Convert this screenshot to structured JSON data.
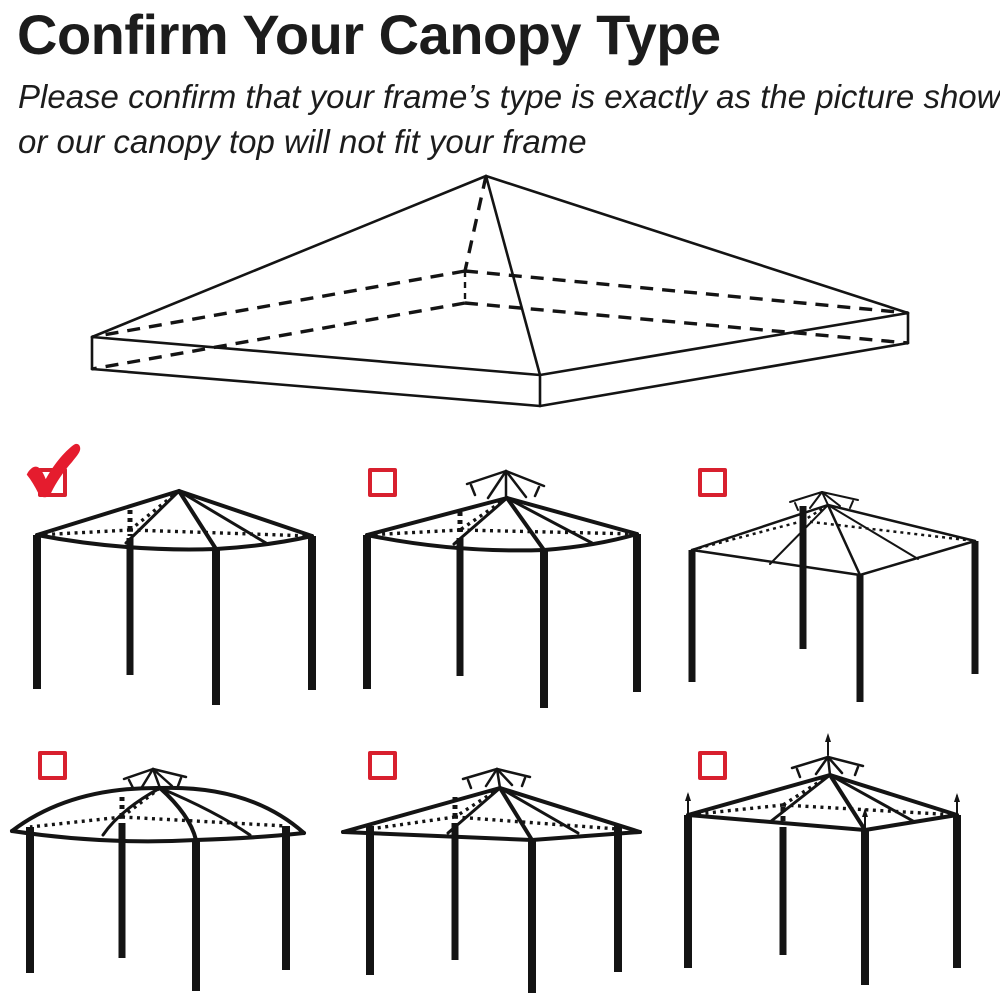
{
  "page": {
    "background_color": "#ffffff",
    "text_color": "#1c1c1c",
    "line_color": "#141414",
    "checkbox_red": "#d8202e",
    "checkmark_red": "#e51c2e"
  },
  "header": {
    "title": "Confirm Your Canopy Type",
    "subtitle_lines": [
      "Please confirm that your frame’s type is exactly as the picture shows,",
      "or our canopy top will not fit your frame"
    ]
  },
  "main_diagram": {
    "icon": "canopy-top-3d-outline-icon"
  },
  "options": [
    {
      "icon": "gazebo-plain-pyramid-frame-icon",
      "checked": true
    },
    {
      "icon": "gazebo-pyramid-with-vent-crown-icon",
      "checked": false
    },
    {
      "icon": "gazebo-low-pitch-two-tier-frame-icon",
      "checked": false
    },
    {
      "icon": "gazebo-curved-dome-roof-with-vent-icon",
      "checked": false
    },
    {
      "icon": "gazebo-overhang-eave-pyramid-with-vent-icon",
      "checked": false
    },
    {
      "icon": "gazebo-pyramid-with-vent-and-finial-spikes-icon",
      "checked": false
    }
  ]
}
